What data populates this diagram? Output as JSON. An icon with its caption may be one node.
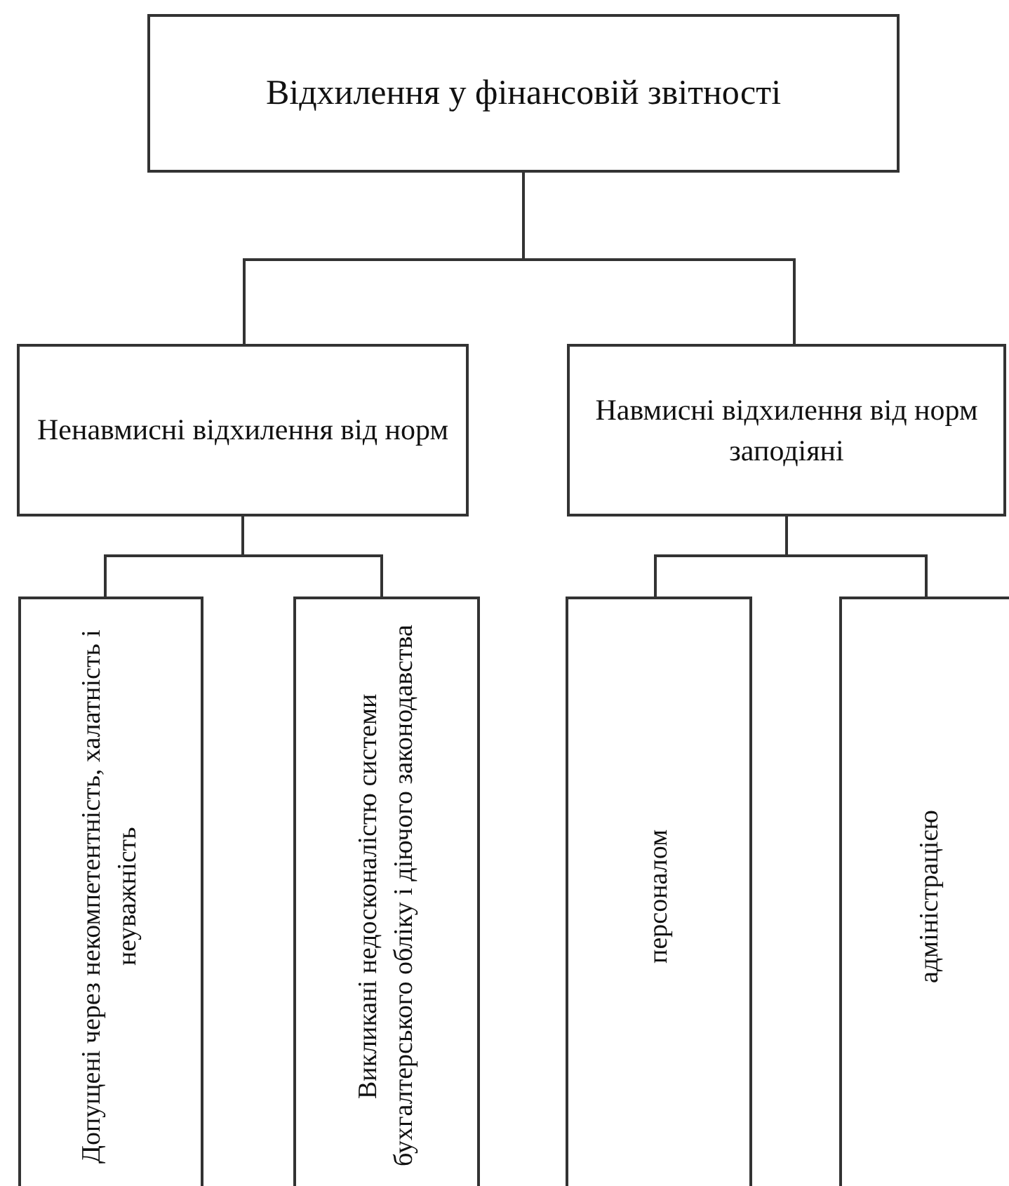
{
  "diagram": {
    "nodes": [
      {
        "text": [
          "Відхилення у фінансовій звітності"
        ]
      },
      {
        "text": [
          "Ненавмисні відхилення від норм"
        ]
      },
      {
        "text": [
          "Навмисні відхилення від норм заподіяні"
        ]
      },
      {
        "text": [
          "Допущені через некомпетентність, халатність і неуважність"
        ]
      },
      {
        "text": [
          "Викликані недосконалістю системи бухгалтерського обліку і діючого законодавства"
        ]
      },
      {
        "text": [
          "персоналом"
        ]
      },
      {
        "text": [
          "адміністрацією"
        ]
      }
    ],
    "edges": [
      {
        "from": 0,
        "to": 1,
        "arrow": "none"
      },
      {
        "from": 0,
        "to": 2,
        "arrow": "none"
      },
      {
        "from": 1,
        "to": 3,
        "arrow": "none"
      },
      {
        "from": 1,
        "to": 4,
        "arrow": "none"
      },
      {
        "from": 2,
        "to": 5,
        "arrow": "none"
      },
      {
        "from": 2,
        "to": 6,
        "arrow": "none"
      }
    ]
  }
}
